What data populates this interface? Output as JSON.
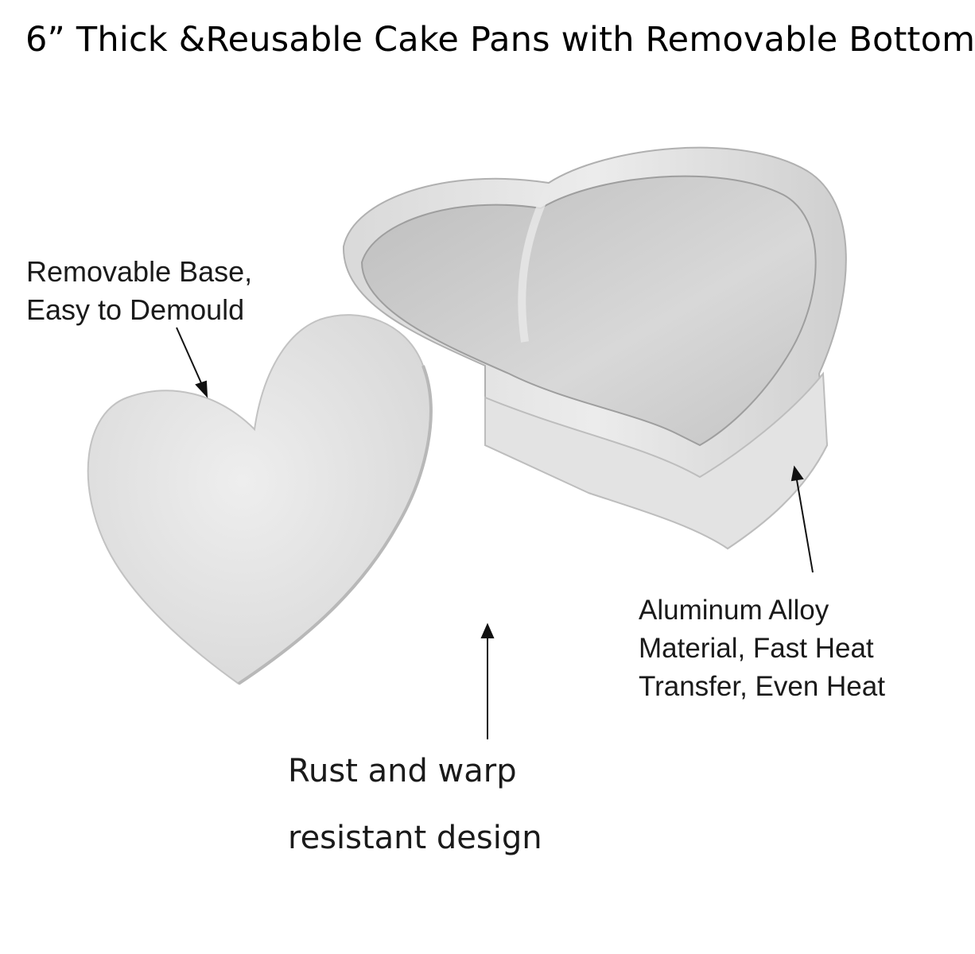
{
  "title": "6” Thick &Reusable Cake Pans with Removable Bottom",
  "callouts": {
    "base": [
      "Removable Base,",
      "Easy to Demould"
    ],
    "alloy": [
      "Aluminum Alloy",
      "Material, Fast Heat",
      "Transfer, Even Heat"
    ],
    "rust": [
      "Rust and warp",
      "resistant design"
    ]
  },
  "colors": {
    "metal_light": "#e6e6e6",
    "metal_mid": "#c9c9c9",
    "metal_dark": "#a6a6a6",
    "text": "#111111"
  }
}
